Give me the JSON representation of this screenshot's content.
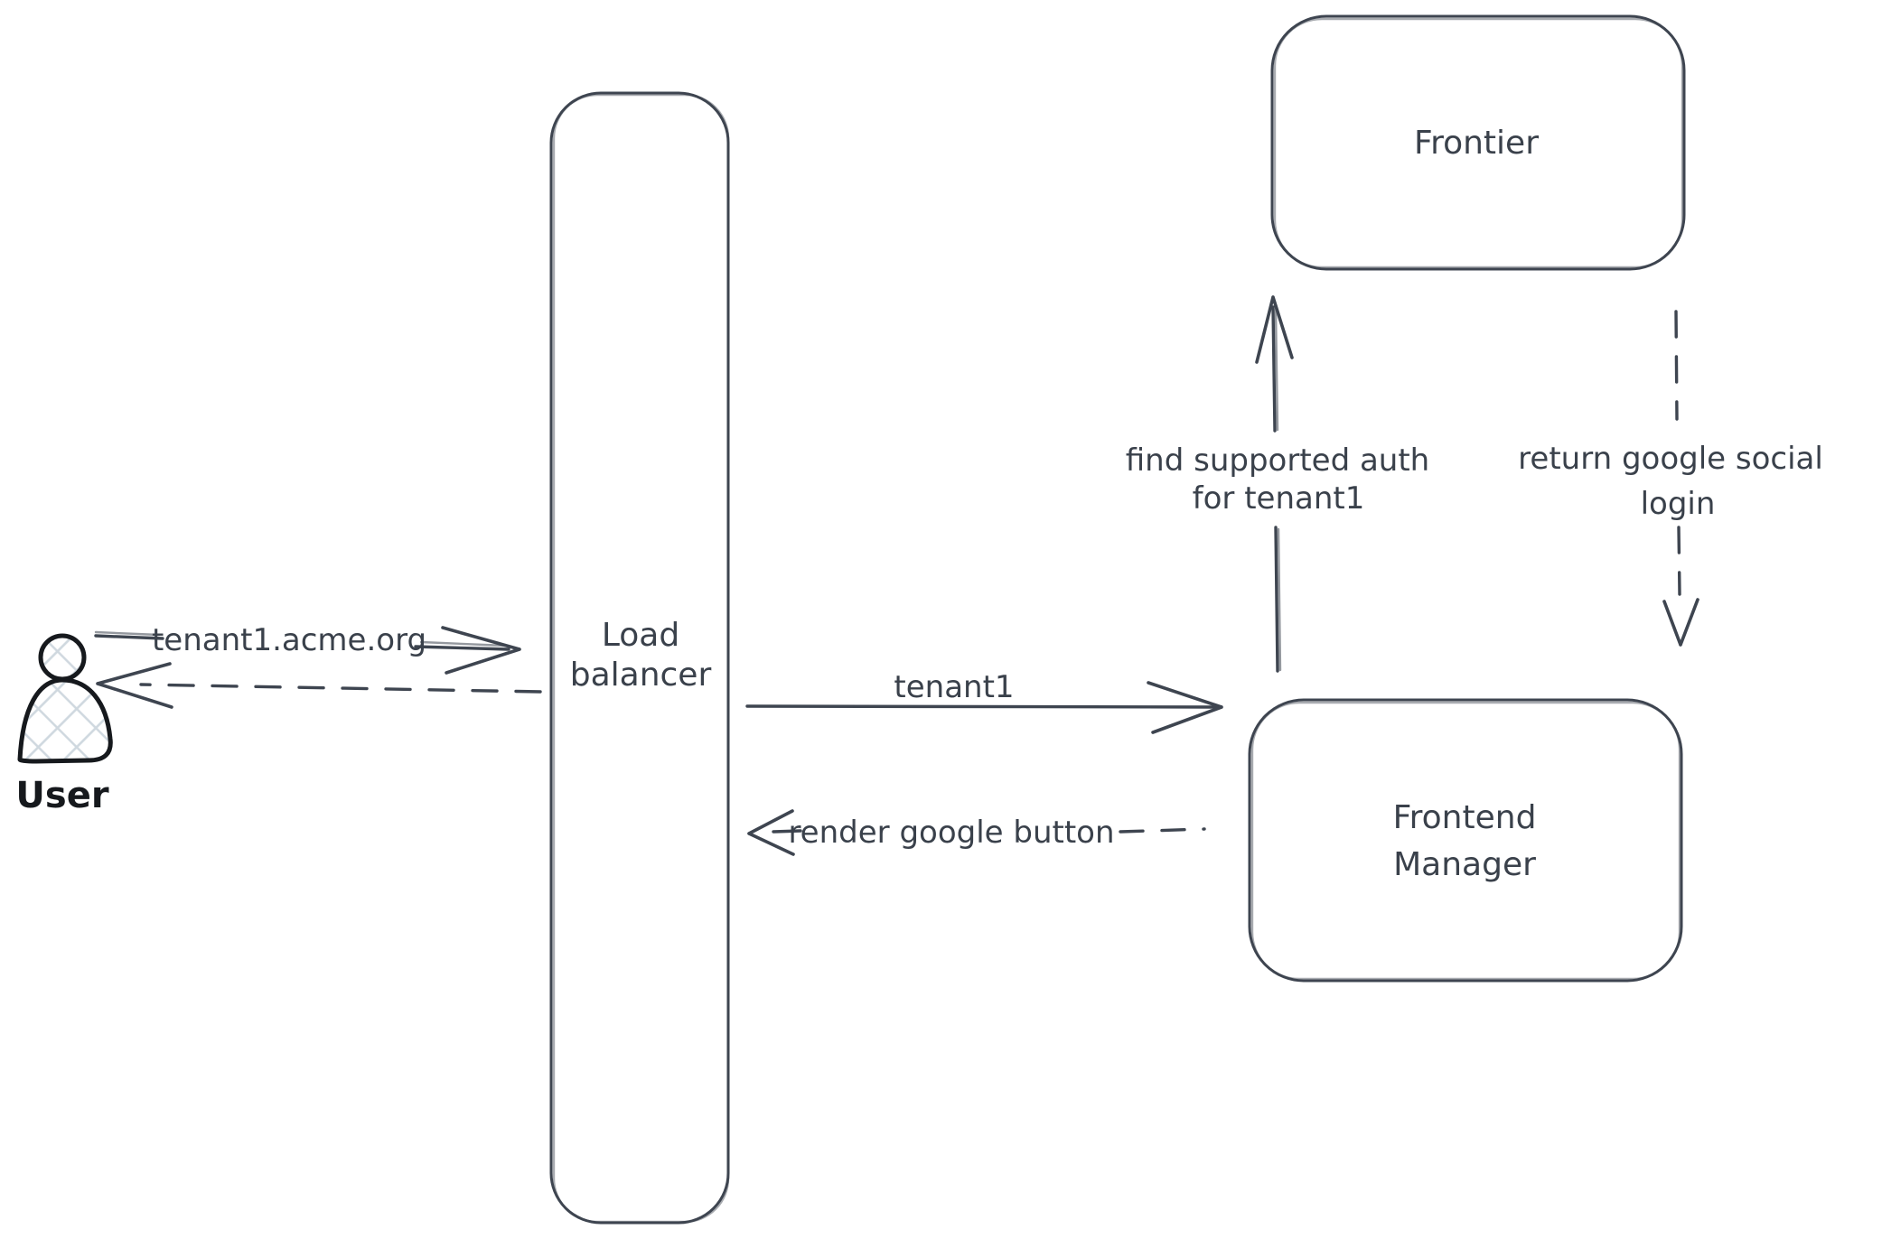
{
  "diagram": {
    "background_color": "#ffffff",
    "stroke_color": "#3e4550",
    "text_color": "#3a414b",
    "figure_stroke_color": "#16191d",
    "hatch_fill_color": "#cfd8df"
  },
  "actors": {
    "user": {
      "label": "User"
    }
  },
  "nodes": {
    "load_balancer": {
      "lines": [
        "Load",
        "balancer"
      ]
    },
    "frontier": {
      "lines": [
        "Frontier"
      ]
    },
    "frontend_manager": {
      "lines": [
        "Frontend",
        "Manager"
      ]
    }
  },
  "edges": {
    "user_request": {
      "label": "tenant1.acme.org",
      "style": "solid-arrow-right"
    },
    "lb_response_to_user": {
      "style": "dashed-arrow-left"
    },
    "lb_forward": {
      "label": "tenant1",
      "style": "solid-arrow-right"
    },
    "render_google_button": {
      "label": "render google button",
      "style": "dashed-arrow-left"
    },
    "find_supported_auth": {
      "lines": [
        "find supported auth",
        "for tenant1"
      ],
      "style": "solid-arrow-up"
    },
    "return_google_social": {
      "lines": [
        "return google social",
        "login"
      ],
      "style": "dashed-arrow-down"
    }
  }
}
